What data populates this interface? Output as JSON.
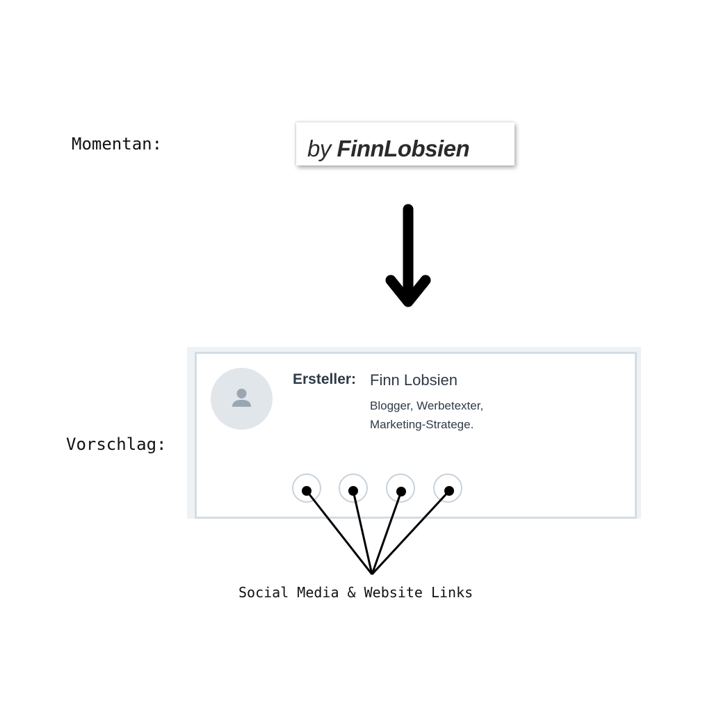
{
  "labels": {
    "current": "Momentan:",
    "proposal": "Vorschlag:",
    "links_caption": "Social Media & Website Links"
  },
  "byline": {
    "prefix": "by",
    "name": "FinnLobsien"
  },
  "author_box": {
    "creator_label": "Ersteller:",
    "creator_name": "Finn Lobsien",
    "description_line1": "Blogger, Werbetexter,",
    "description_line2": "Marketing-Stratege.",
    "avatar_icon": "user-icon",
    "social_links_count": 4
  },
  "colors": {
    "arrow": "#000000",
    "text_dark": "#2e3a46",
    "box_border": "#d4dce3",
    "avatar_bg": "#e1e6eb",
    "icon_gray": "#9aa6b2"
  }
}
